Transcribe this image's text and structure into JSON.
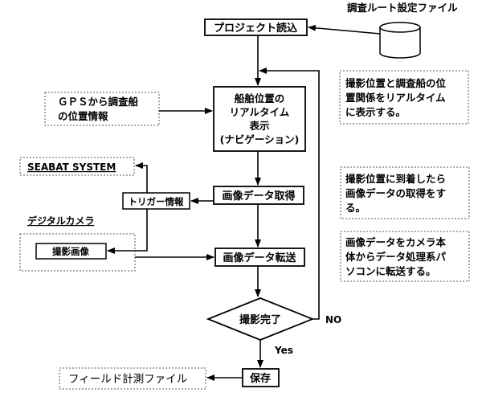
{
  "colors": {
    "ink": "#000000",
    "background": "#ffffff",
    "note_border": "#555555"
  },
  "route_file": {
    "label": "調査ルート設定ファイル",
    "icon": "cylinder-database-icon"
  },
  "process": {
    "load_project": "プロジェクト読込",
    "navigation": [
      "船舶位置の",
      "リアルタイム",
      "表示",
      "(ナビゲーション)"
    ],
    "acquire_image": "画像データ取得",
    "transfer_image": "画像データ転送",
    "capture_done": "撮影完了",
    "save": "保存"
  },
  "gps": {
    "lines": [
      "ＧＰＳから調査船",
      "の位置情報"
    ]
  },
  "external": {
    "seabat": "SEABAT SYSTEM",
    "trigger": "トリガー情報",
    "digital_camera": "デジタルカメラ",
    "captured_image": "撮影画像",
    "field_file": "フィールド計測ファイル"
  },
  "branches": {
    "no": "NO",
    "yes": "Yes"
  },
  "notes": [
    {
      "lines": [
        "撮影位置と調査船の位",
        "置関係をリアルタイム",
        "に表示する。"
      ]
    },
    {
      "lines": [
        "撮影位置に到着したら",
        "画像データの取得をす",
        "る。"
      ]
    },
    {
      "lines": [
        "画像データをカメラ本",
        "体からデータ処理系パ",
        "ソコンに転送する。"
      ]
    }
  ]
}
